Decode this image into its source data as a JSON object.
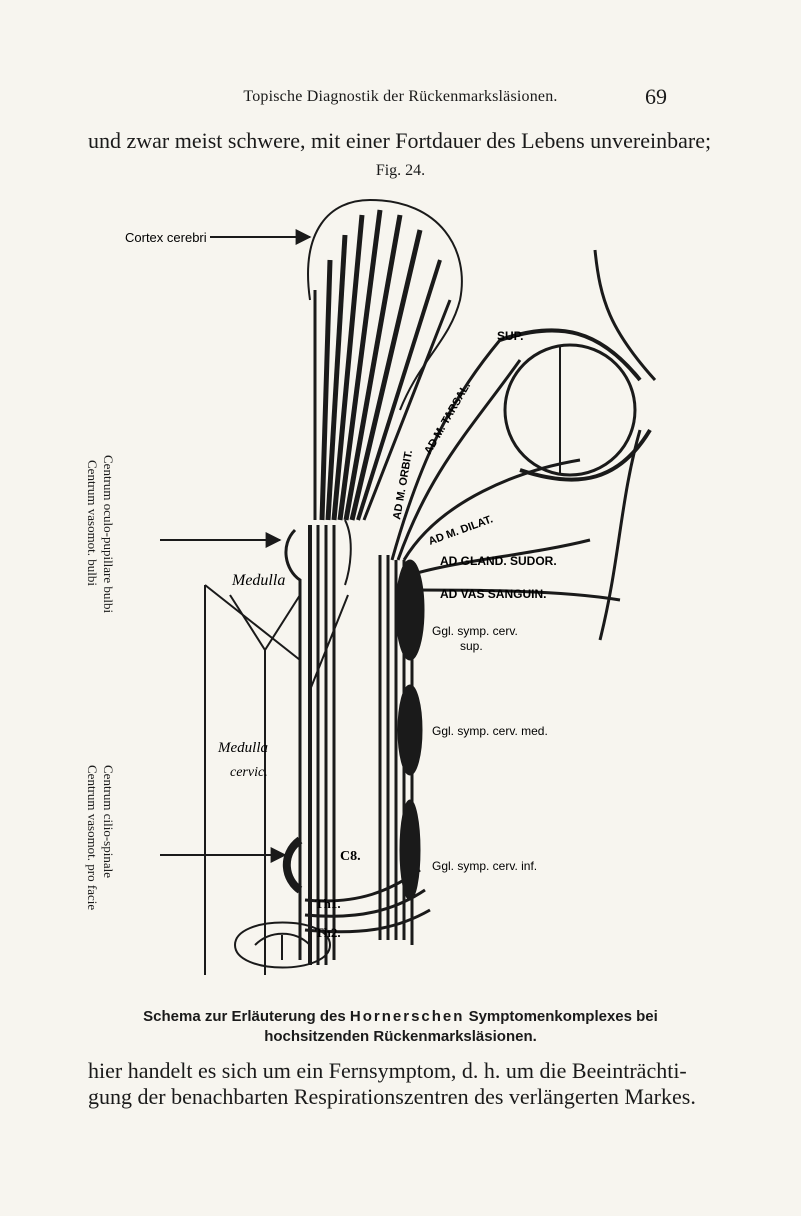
{
  "header": {
    "running_title": "Topische Diagnostik der Rückenmarksläsionen.",
    "page_number": "69"
  },
  "text": {
    "line_before_figure": "und zwar meist schwere, mit einer Fortdauer des Lebens unvereinbare;",
    "line_after_1": "hier handelt es sich um ein Fernsymptom, d. h. um die Beeinträchti-",
    "line_after_2": "gung der benachbarten Respirationszentren des verlängerten Markes."
  },
  "figure": {
    "label": "Fig. 24.",
    "labels": {
      "cortex": "Cortex cerebri",
      "centrum_oculo": "Centrum oculo-pupillare bulbi",
      "centrum_vasomot_bulbi": "Centrum vasomot. bulbi",
      "centrum_cilio": "Centrum cilio-spinale",
      "centrum_vasomot_facie": "Centrum vasomot. pro facie",
      "ggl_sup_1": "Ggl. symp. cerv.",
      "ggl_sup_2": "sup.",
      "ggl_med": "Ggl. symp. cerv. med.",
      "ggl_inf": "Ggl. symp. cerv. inf.",
      "hand_medulla_1": "Medulla",
      "hand_medulla_2": "Medulla",
      "hand_cervic": "cervic.",
      "hand_c8": "C8.",
      "hand_th1": "Th1.",
      "hand_th2": "Th2.",
      "hand_sup": "SUP.",
      "hand_tarsal": "AD M. TARSAL.",
      "hand_orbit": "AD M. ORBIT.",
      "hand_dilat": "AD M. DILAT.",
      "hand_glandsud": "AD GLAND. SUDOR.",
      "hand_vas": "AD VAS SANGUIN."
    }
  },
  "caption": {
    "part1": "Schema zur Erläuterung des ",
    "author": "Hornerschen",
    "part2": " Symptomenkomplexes bei",
    "line2": "hochsitzenden Rückenmarksläsionen."
  }
}
